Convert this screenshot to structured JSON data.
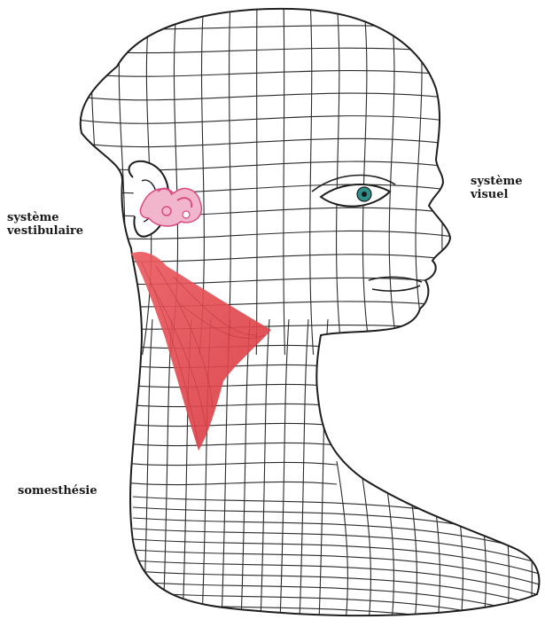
{
  "labels": {
    "visual_system": [
      "système",
      "visuel"
    ],
    "vestibular_system": [
      "système",
      "vestibulaire"
    ],
    "somesthesia": "somesthésie"
  },
  "colors": {
    "wireframe": "#2a2a2a",
    "muscle": "#e0464c",
    "inner_ear": "#e05a8a",
    "eye_iris": "#2f8f8a"
  },
  "icons": [
    "head-wireframe",
    "ear-inner-ear",
    "eye",
    "neck-muscle"
  ]
}
